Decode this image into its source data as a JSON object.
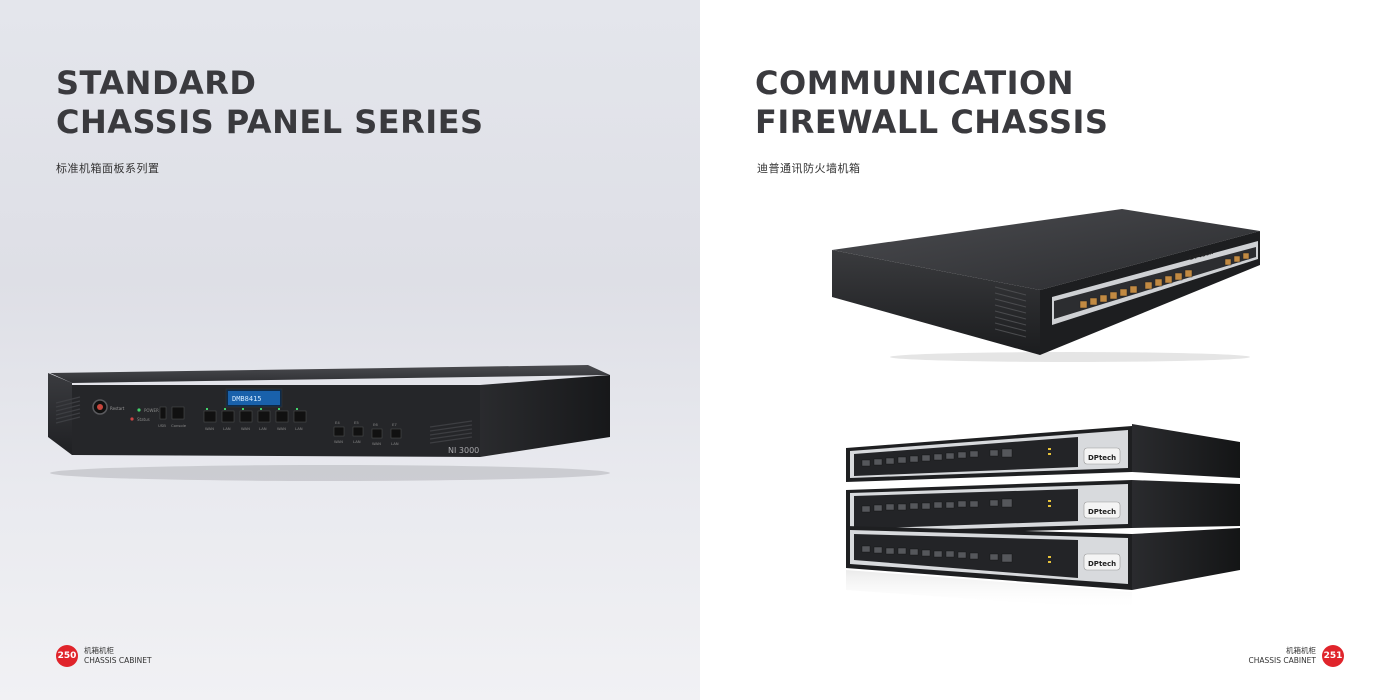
{
  "left_page": {
    "title_line1": "STANDARD",
    "title_line2": "CHASSIS PANEL SERIES",
    "subtitle": "标准机箱面板系列置",
    "page_number": "250",
    "footer_cn": "机箱机柜",
    "footer_en": "CHASSIS CABINET",
    "device": {
      "model": "NI 3000",
      "display_text": "DMB8415",
      "power_label": "POWER",
      "status_label": "Status",
      "button_label": "Restart",
      "port_labels": [
        "WAN",
        "LAN",
        "WAN",
        "LAN",
        "WAN",
        "LAN"
      ],
      "console_labels": [
        "USB",
        "Console"
      ],
      "right_port_top": [
        "E4",
        "E5",
        "E6",
        "E7"
      ],
      "right_port_bottom": [
        "WAN",
        "LAN",
        "WAN",
        "LAN"
      ]
    }
  },
  "right_page": {
    "title_line1": "COMMUNICATION",
    "title_line2": "FIREWALL CHASSIS",
    "subtitle": "迪普通讯防火墙机箱",
    "page_number": "251",
    "footer_cn": "机箱机柜",
    "footer_en": "CHASSIS CABINET",
    "brand_logo": "DPtech"
  },
  "colors": {
    "accent_red": "#e0242b",
    "title_gray": "#3a3a3e",
    "chassis_dark": "#2b2c2f"
  }
}
